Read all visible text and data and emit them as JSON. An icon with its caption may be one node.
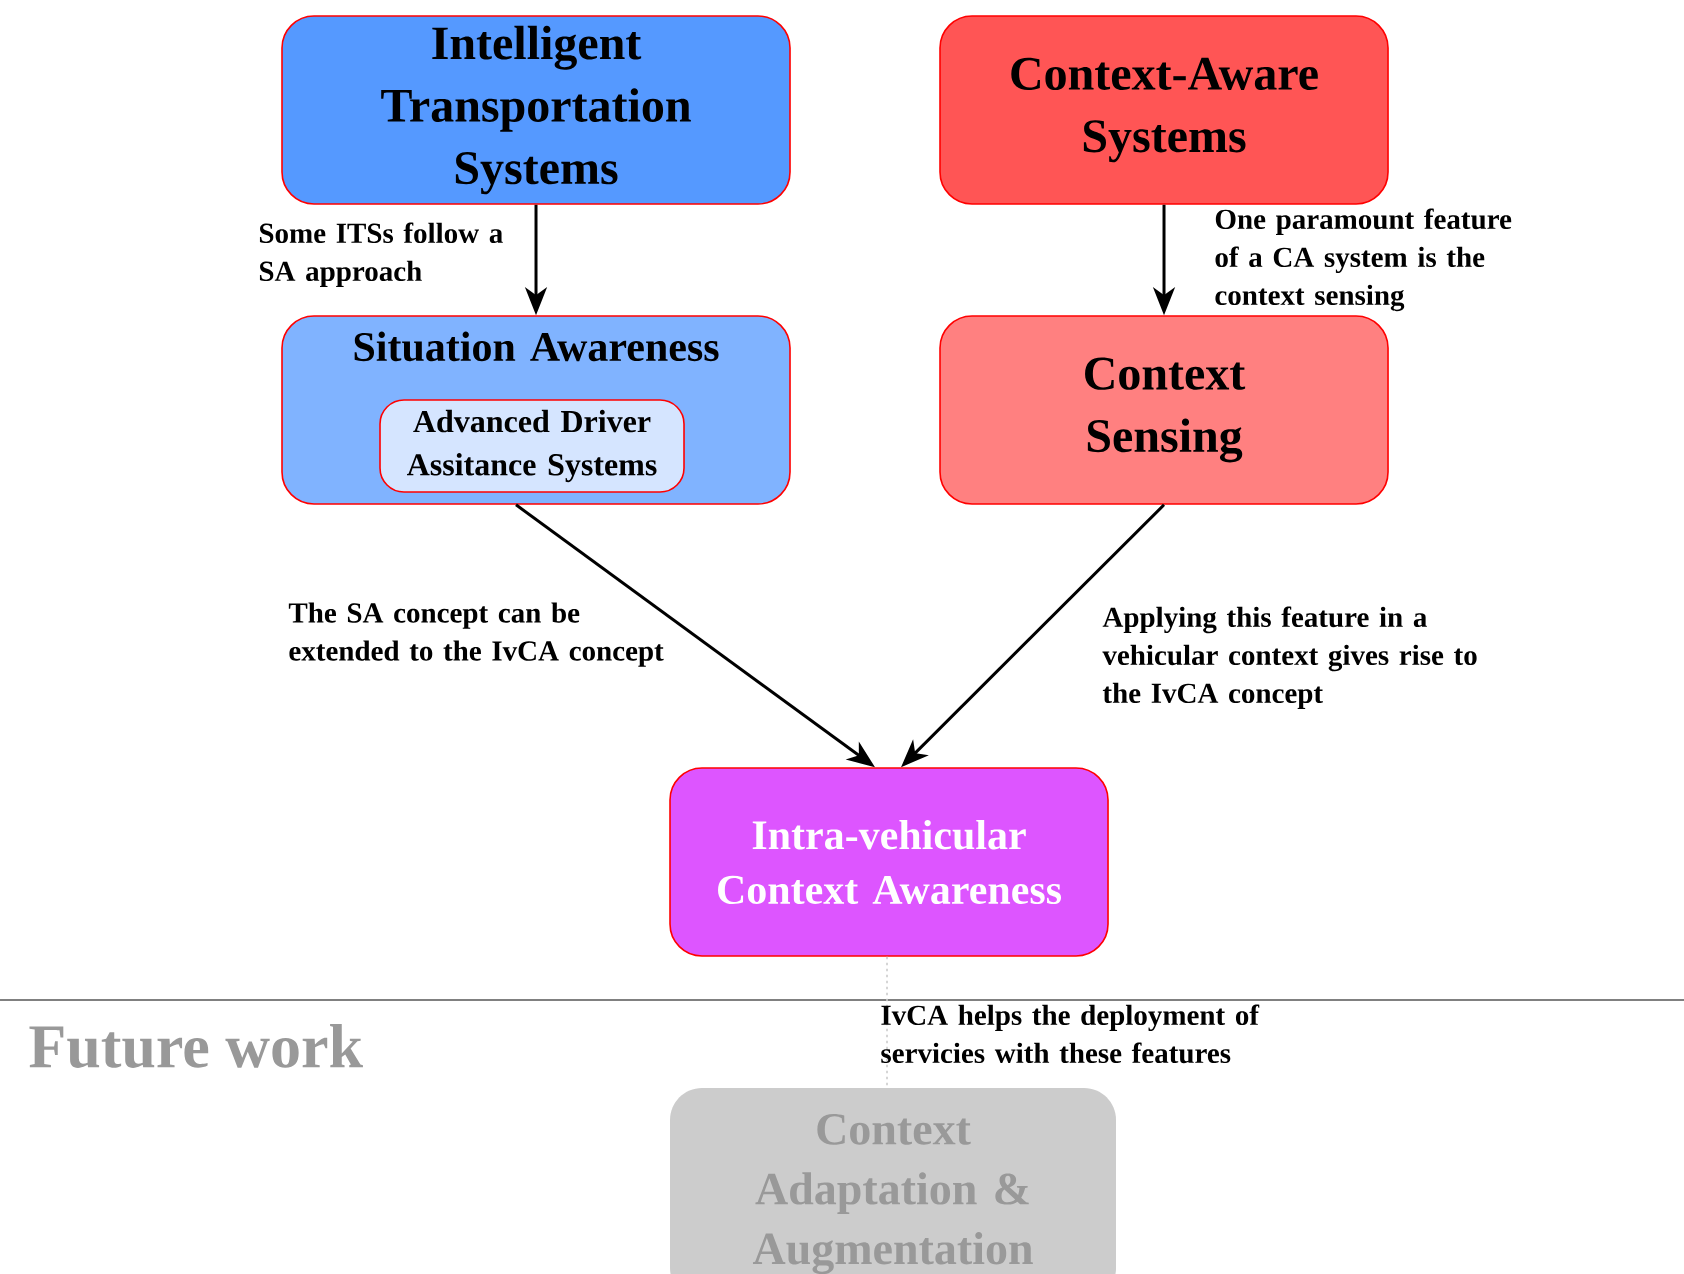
{
  "diagram": {
    "nodes": [
      {
        "text": [
          "Intelligent Transportation Systems"
        ]
      },
      {
        "text": [
          "Context-Aware Systems"
        ]
      },
      {
        "text": [
          "Situation Awareness"
        ]
      },
      {
        "text": [
          "Advanced Driver Assitance Systems"
        ],
        "in": 2
      },
      {
        "text": [
          "Context Sensing"
        ]
      },
      {
        "text": [
          "Intra-vehicular Context Awareness"
        ]
      },
      {
        "text": [
          "Context Adaptation & Augmentation"
        ]
      }
    ],
    "edges": [
      {
        "from": 0,
        "to": 2,
        "arrow": "to",
        "label": "Some ITSs follow a SA approach"
      },
      {
        "from": 1,
        "to": 4,
        "arrow": "to",
        "label": "One paramount feature of a CA system is the context sensing"
      },
      {
        "from": 2,
        "to": 5,
        "arrow": "to",
        "label": "The SA concept can be extended to the IvCA concept"
      },
      {
        "from": 4,
        "to": 5,
        "arrow": "to",
        "label": "Applying this feature in a vehicular context gives rise to the IvCA concept"
      },
      {
        "from": 5,
        "to": 6,
        "arrow": "none",
        "label": "IvCA helps the deployment of servicies with these features",
        "style": "dashed",
        "color": "#cccccc"
      }
    ],
    "labels": [
      "Future work"
    ]
  }
}
